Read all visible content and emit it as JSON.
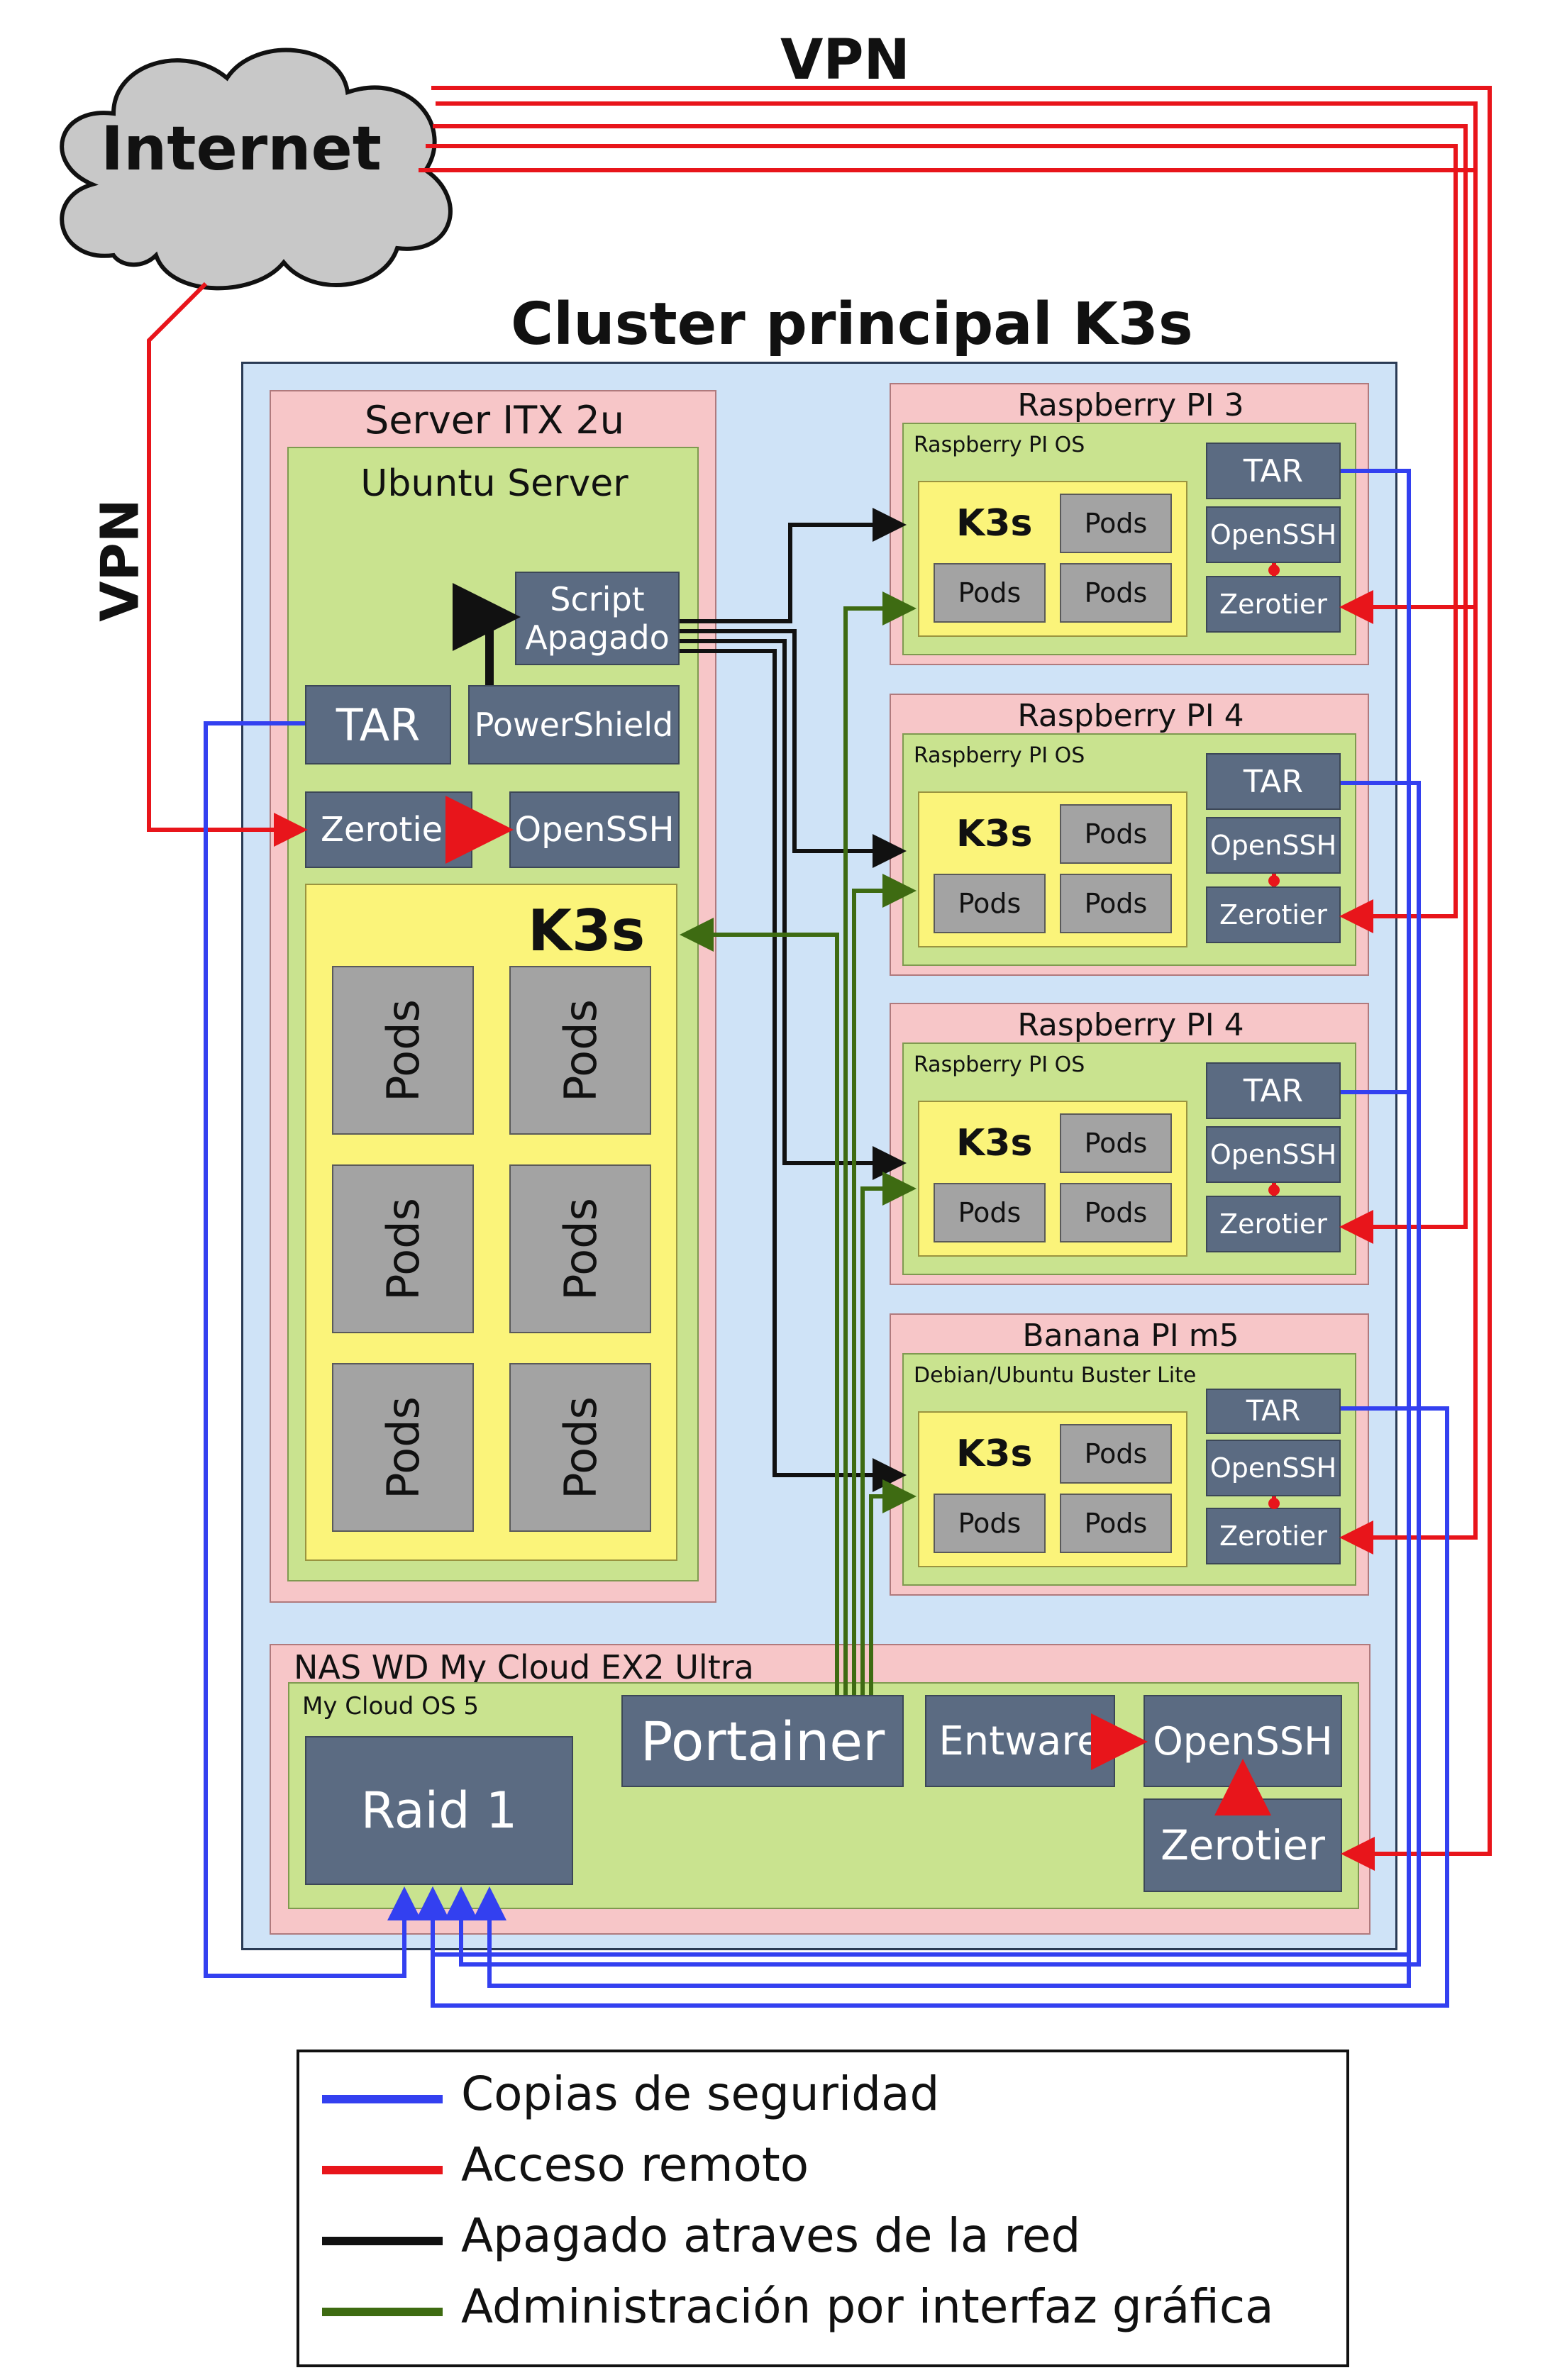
{
  "colors": {
    "backup": "#3340f0",
    "remote": "#e8151b",
    "shutdown": "#111111",
    "admin": "#3e6b12",
    "cluster_bg": "#cfe3f7",
    "host_bg": "#f7c6c8",
    "os_bg": "#c9e38f",
    "k3s_bg": "#fbf47a",
    "pod_bg": "#a3a3a3",
    "service_bg": "#5b6b82"
  },
  "internet": {
    "label": "Internet",
    "icon": "cloud-icon"
  },
  "vpn_top": "VPN",
  "vpn_left": "VPN",
  "cluster": {
    "title": "Cluster principal K3s"
  },
  "server": {
    "host": "Server ITX 2u",
    "os": "Ubuntu Server",
    "script": "Script Apagado",
    "script_l1": "Script",
    "script_l2": "Apagado",
    "tar": "TAR",
    "powershield": "PowerShield",
    "zerotier": "Zerotier",
    "openssh": "OpenSSH",
    "k3s": "K3s",
    "pods": [
      "Pods",
      "Pods",
      "Pods",
      "Pods",
      "Pods",
      "Pods"
    ]
  },
  "nodes": [
    {
      "host": "Raspberry PI 3",
      "os": "Raspberry PI OS",
      "k3s": "K3s",
      "pods": [
        "Pods",
        "Pods",
        "Pods"
      ],
      "tar": "TAR",
      "openssh": "OpenSSH",
      "zerotier": "Zerotier"
    },
    {
      "host": "Raspberry PI 4",
      "os": "Raspberry PI OS",
      "k3s": "K3s",
      "pods": [
        "Pods",
        "Pods",
        "Pods"
      ],
      "tar": "TAR",
      "openssh": "OpenSSH",
      "zerotier": "Zerotier"
    },
    {
      "host": "Raspberry PI 4",
      "os": "Raspberry PI OS",
      "k3s": "K3s",
      "pods": [
        "Pods",
        "Pods",
        "Pods"
      ],
      "tar": "TAR",
      "openssh": "OpenSSH",
      "zerotier": "Zerotier"
    },
    {
      "host": "Banana PI m5",
      "os": "Debian/Ubuntu Buster Lite",
      "k3s": "K3s",
      "pods": [
        "Pods",
        "Pods",
        "Pods"
      ],
      "tar": "TAR",
      "openssh": "OpenSSH",
      "zerotier": "Zerotier"
    }
  ],
  "nas": {
    "host": "NAS WD My Cloud EX2 Ultra",
    "os": "My Cloud OS 5",
    "raid": "Raid 1",
    "portainer": "Portainer",
    "entware": "Entware",
    "openssh": "OpenSSH",
    "zerotier": "Zerotier"
  },
  "legend": [
    {
      "label": "Copias de seguridad",
      "color": "#3340f0"
    },
    {
      "label": "Acceso remoto",
      "color": "#e8151b"
    },
    {
      "label": "Apagado atraves de la red",
      "color": "#111111"
    },
    {
      "label": "Administración por interfaz gráfica",
      "color": "#3e6b12"
    }
  ]
}
